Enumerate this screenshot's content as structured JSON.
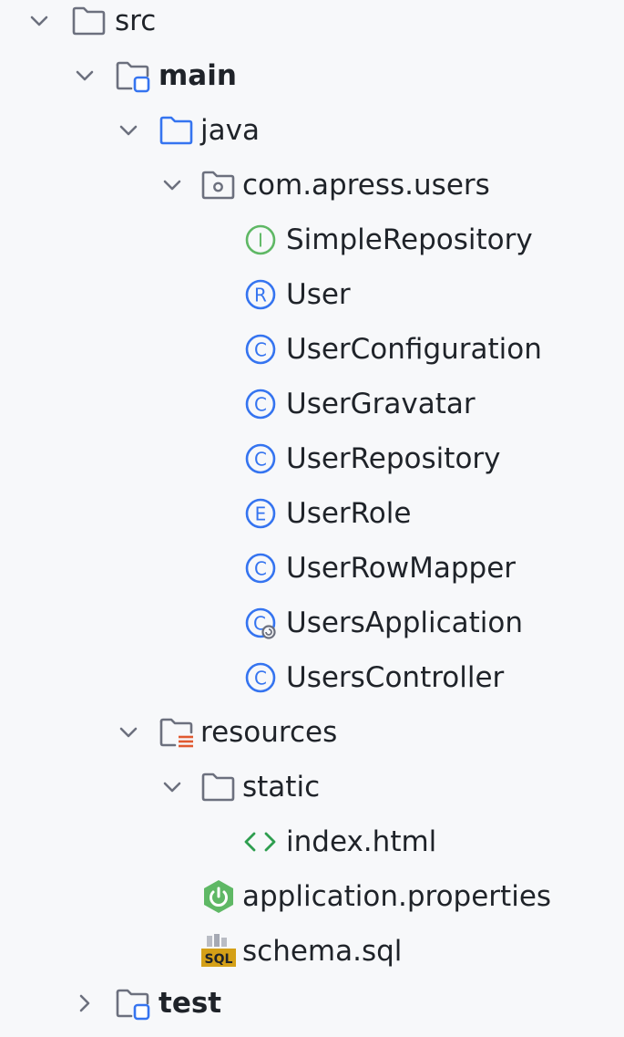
{
  "tree": {
    "src": "src",
    "main": "main",
    "java": "java",
    "package": "com.apress.users",
    "classes": [
      "SimpleRepository",
      "User",
      "UserConfiguration",
      "UserGravatar",
      "UserRepository",
      "UserRole",
      "UserRowMapper",
      "UsersApplication",
      "UsersController"
    ],
    "resources": "resources",
    "static": "static",
    "index_html": "index.html",
    "app_props": "application.properties",
    "schema_sql": "schema.sql",
    "test": "test",
    "class_kinds": [
      "interface-icon",
      "record-icon",
      "class-icon",
      "class-icon",
      "class-icon",
      "enum-icon",
      "class-icon",
      "spring-boot-class-icon",
      "class-icon"
    ],
    "icon_letters": {
      "interface": "I",
      "record": "R",
      "class": "C",
      "enum": "E",
      "sql": "SQL"
    },
    "colors": {
      "folder_stroke": "#6c707e",
      "source_root": "#3574f0",
      "interface": "#5fb865",
      "class": "#3574f0",
      "html": "#2e9e4f",
      "spring": "#5fb865",
      "sql": "#d4a017",
      "resources_marker": "#e05a30"
    }
  }
}
